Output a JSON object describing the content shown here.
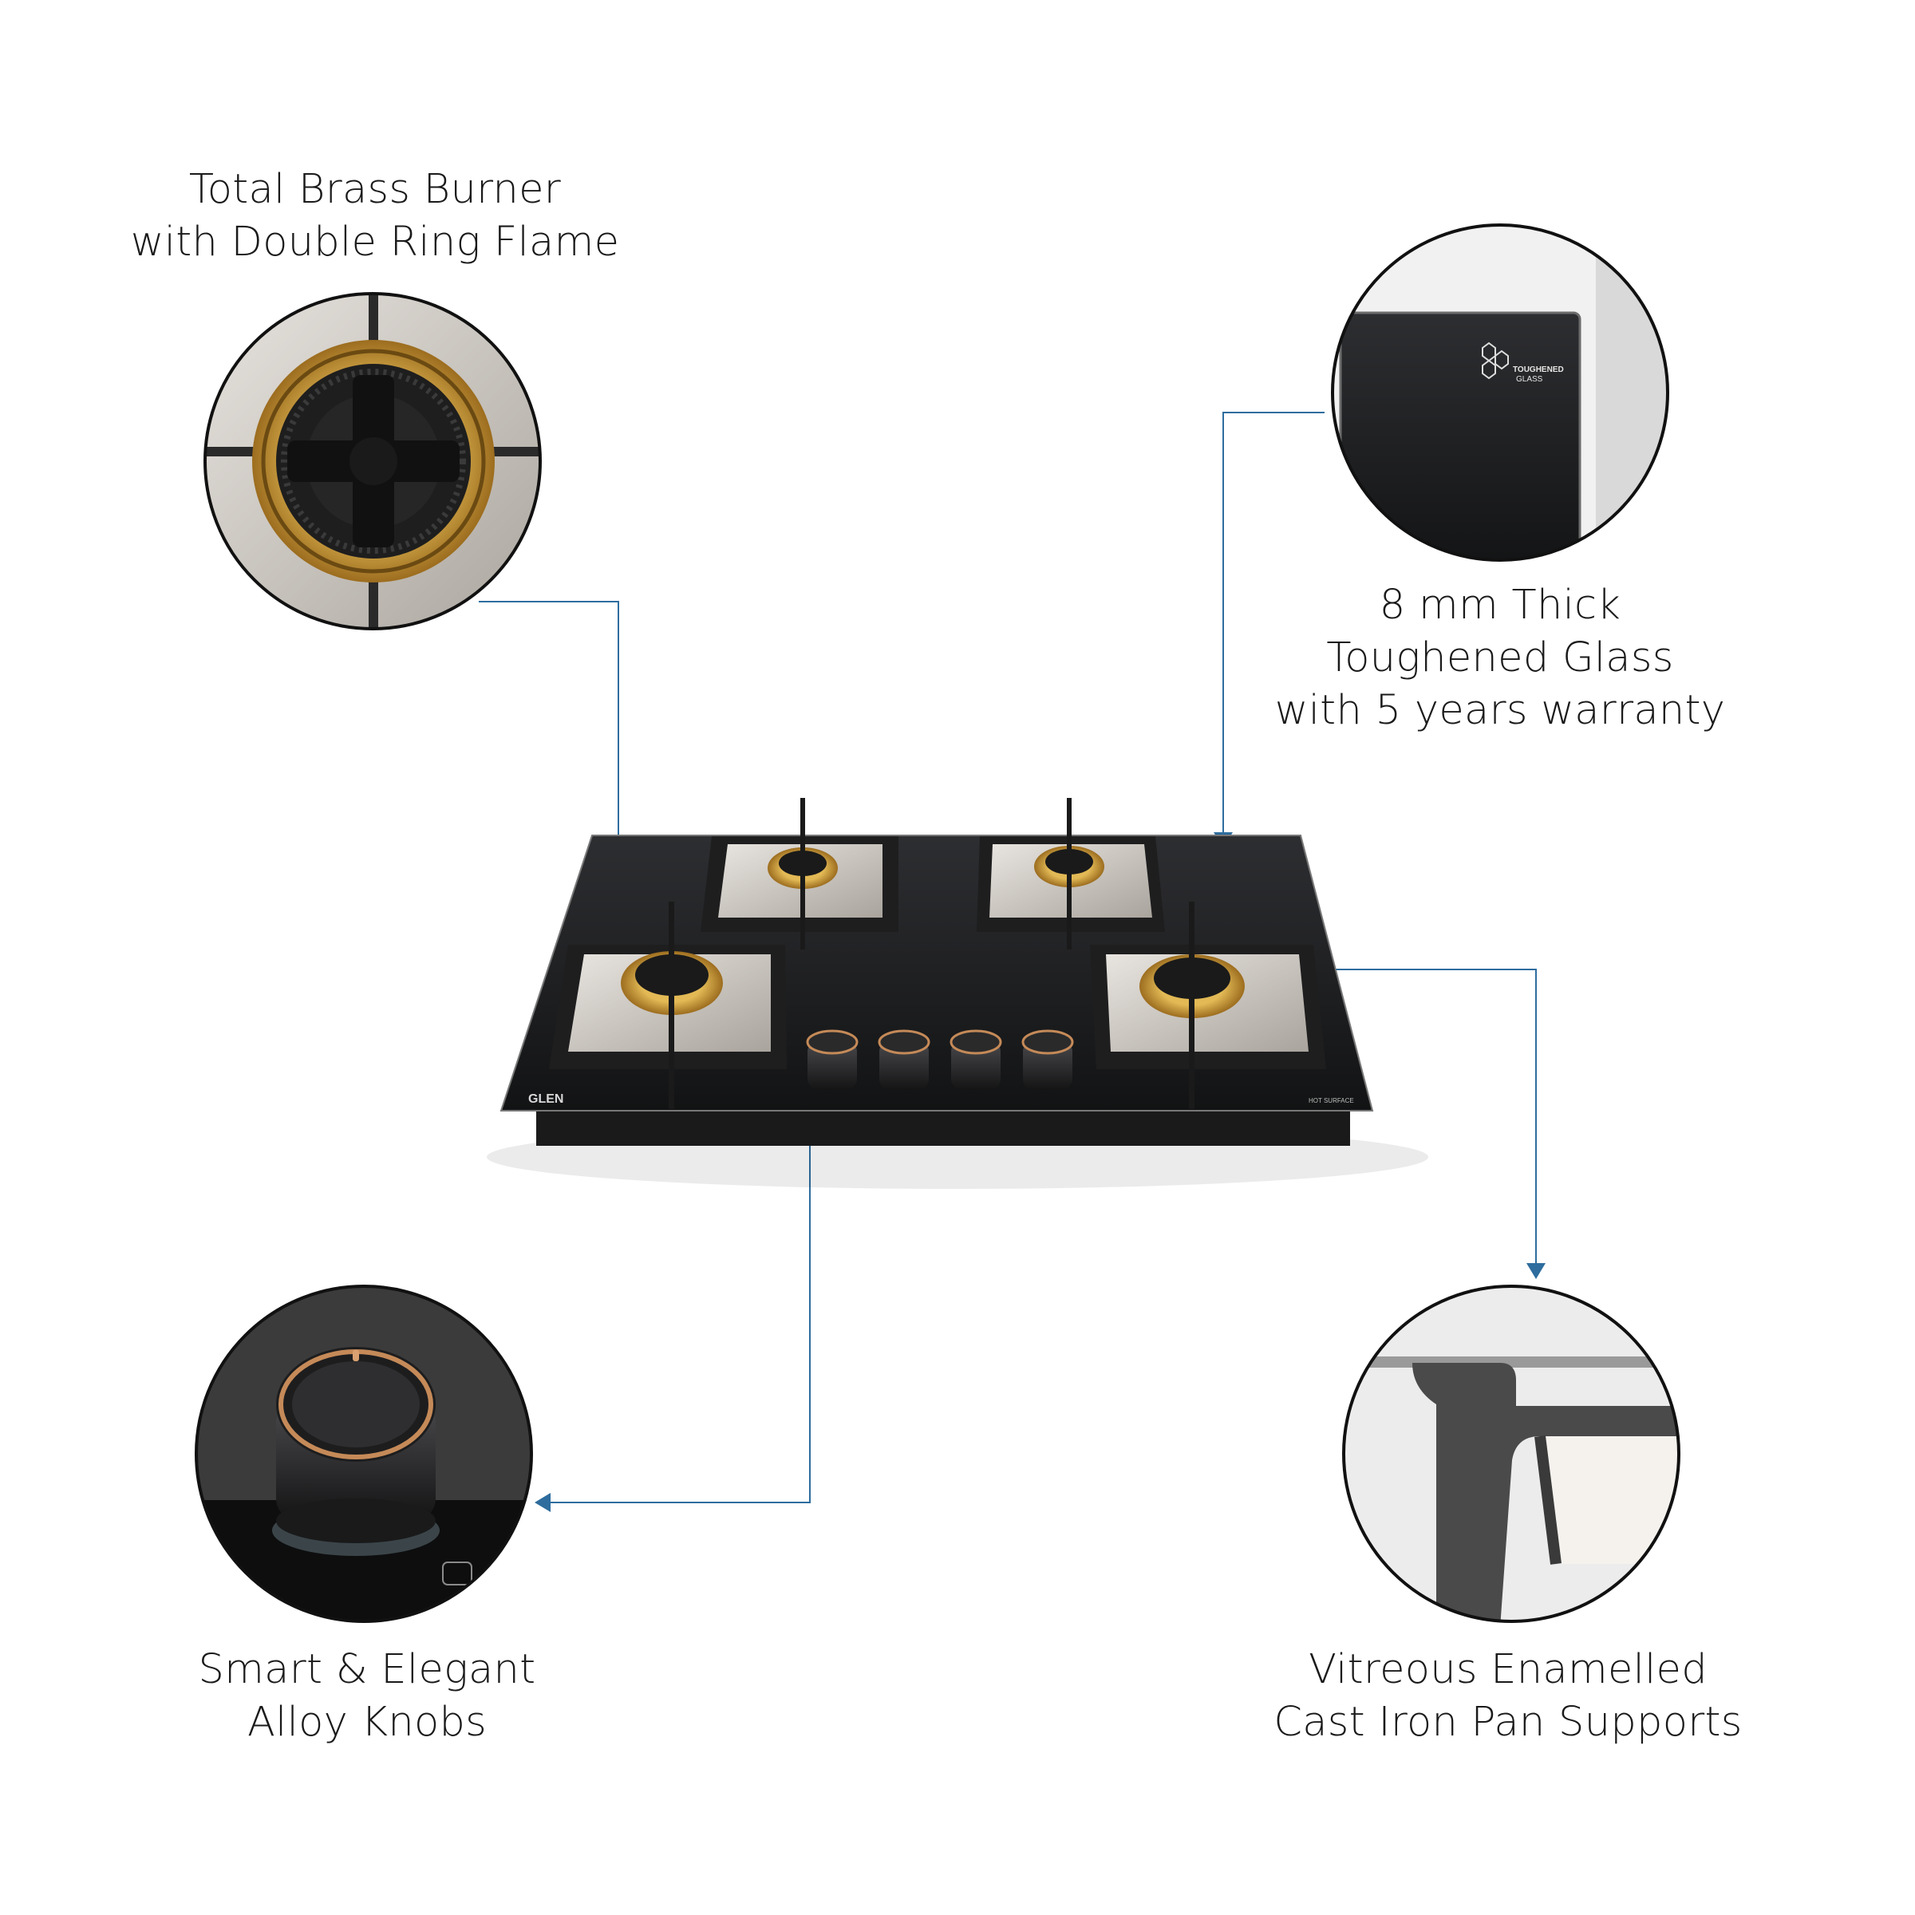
{
  "captions": {
    "burner": [
      "Total Brass Burner",
      "with Double Ring Flame"
    ],
    "glass": [
      "8 mm Thick",
      "Toughened Glass",
      "with 5 years warranty"
    ],
    "knobs": [
      "Smart & Elegant",
      "Alloy Knobs"
    ],
    "supports": [
      "Vitreous Enamelled",
      "Cast Iron Pan Supports"
    ]
  },
  "product": {
    "brand_mark": "GLEN",
    "glass_badge_line1": "TOUGHENED",
    "glass_badge_line2": "GLASS",
    "hot_surface_label": "HOT SURFACE"
  },
  "colors": {
    "leader_line": "#2e6d9e",
    "glass": "#1b1c1e",
    "brass": "#c99a3a",
    "cast_iron": "#2b2b2b",
    "steel": "#c9c4bd"
  },
  "icons": {
    "burner_detail": "brass-burner-icon",
    "glass_detail": "toughened-glass-icon",
    "knob_detail": "alloy-knob-icon",
    "support_detail": "pan-support-icon"
  }
}
